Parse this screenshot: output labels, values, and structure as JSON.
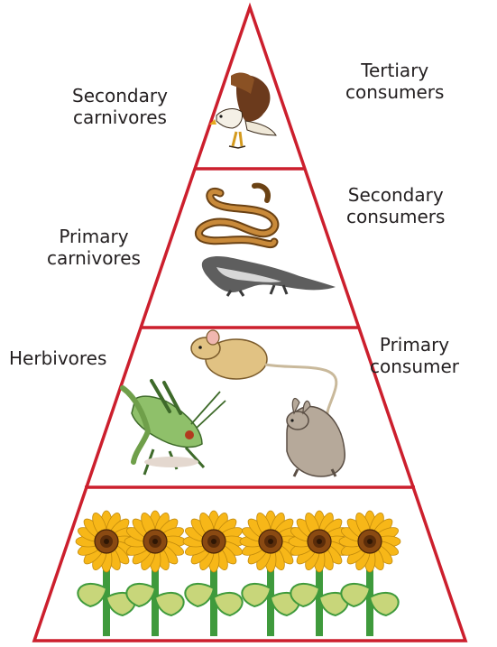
{
  "pyramid": {
    "outline_color": "#cc1f2d",
    "levels": [
      {
        "id": "apex",
        "left_label": [
          "Secondary",
          "carnivores"
        ],
        "right_label": [
          "Tertiary",
          "consumers"
        ],
        "organisms": [
          "eagle-icon"
        ]
      },
      {
        "id": "second",
        "left_label": [
          "Primary",
          "carnivores"
        ],
        "right_label": [
          "Secondary",
          "consumers"
        ],
        "organisms": [
          "snake-icon",
          "weasel-icon"
        ]
      },
      {
        "id": "third",
        "left_label": [
          "Herbivores"
        ],
        "right_label": [
          "Primary",
          "consumer"
        ],
        "organisms": [
          "grasshopper-icon",
          "mouse-icon",
          "rabbit-icon"
        ]
      },
      {
        "id": "base",
        "left_label": [],
        "right_label": [],
        "organisms": [
          "sunflower-icon"
        ]
      }
    ]
  },
  "colors": {
    "sunflower_petal": "#f7b718",
    "sunflower_center": "#8a4a12",
    "stem": "#3f9a3c",
    "leaf": "#c8d67a",
    "eagle_body": "#6b3a1c",
    "snake": "#c98a3a",
    "weasel": "#5e5e5e",
    "mouse": "#e1c283",
    "rabbit": "#b6a99a",
    "grasshopper": "#8fc06a"
  }
}
